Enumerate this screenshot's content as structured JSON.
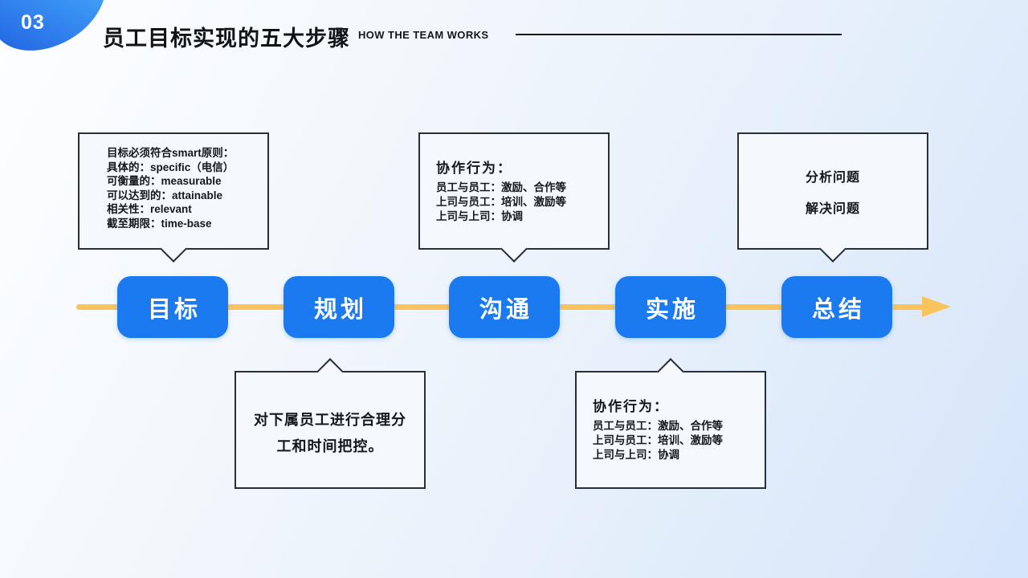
{
  "slide": {
    "page_number": "03",
    "title": "员工目标实现的五大步骤",
    "subtitle": "HOW THE TEAM WORKS"
  },
  "steps": [
    {
      "label": "目标"
    },
    {
      "label": "规划"
    },
    {
      "label": "沟通"
    },
    {
      "label": "实施"
    },
    {
      "label": "总结"
    }
  ],
  "callouts": {
    "goal": {
      "lines": [
        "目标必须符合smart原则：",
        "具体的：specific（电信）",
        "可衡量的：measurable",
        "可以达到的：attainable",
        "相关性：relevant",
        "截至期限：time-base"
      ]
    },
    "communication": {
      "heading": "协作行为：",
      "lines": [
        "员工与员工：激励、合作等",
        "上司与员工：培训、激励等",
        "上司与上司：协调"
      ]
    },
    "summary": {
      "lines": [
        "分析问题",
        "解决问题"
      ]
    },
    "planning": {
      "lines": [
        "对下属员工进行合理分",
        "工和时间把控。"
      ]
    },
    "implementation": {
      "heading": "协作行为：",
      "lines": [
        "员工与员工：激励、合作等",
        "上司与员工：培训、激励等",
        "上司与上司：协调"
      ]
    }
  },
  "colors": {
    "accent_blue": "#1b7af0",
    "blob_blue_dark": "#2366e3",
    "blob_blue_light": "#3f9df8",
    "arrow_yellow": "#f9c45c",
    "callout_border": "#272f38",
    "callout_bg": "#f5f9fd"
  }
}
